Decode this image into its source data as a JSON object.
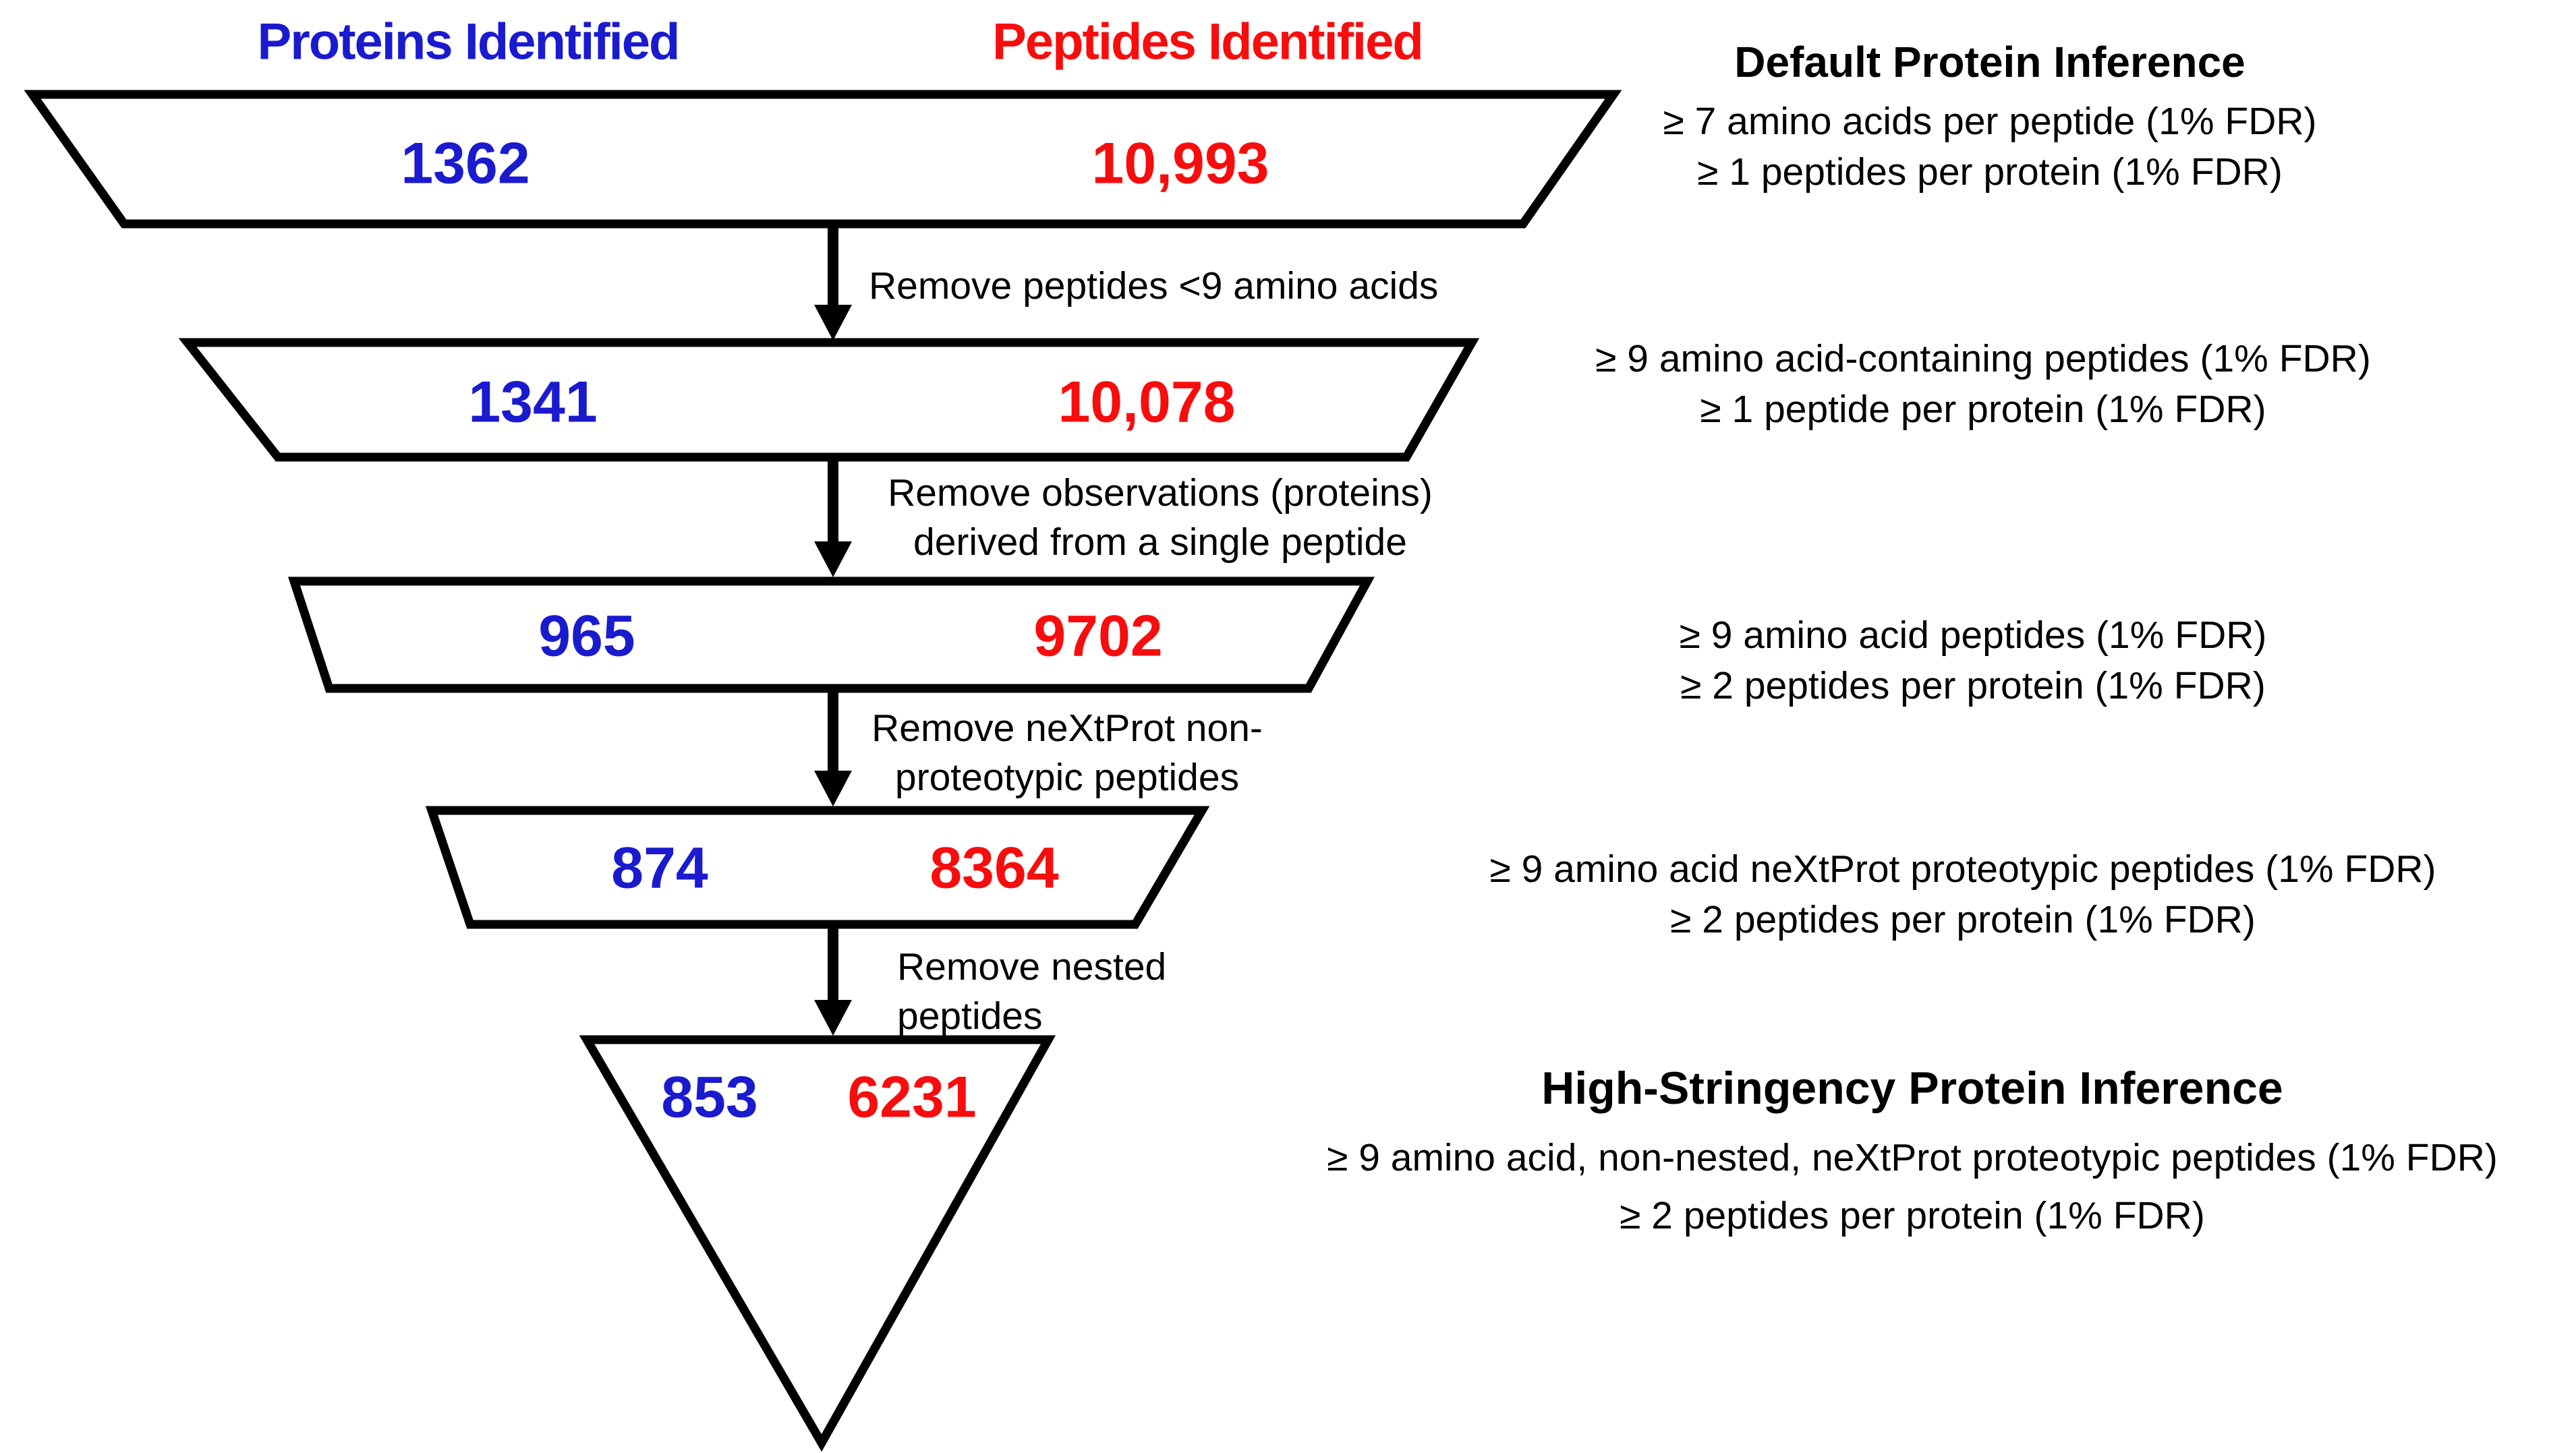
{
  "colors": {
    "protein_blue": "#1a1ace",
    "peptide_red": "#f70d0d",
    "line_black": "#000000",
    "background": "#ffffff"
  },
  "headers": {
    "proteins": "Proteins Identified",
    "peptides": "Peptides Identified"
  },
  "funnel": {
    "steps": [
      {
        "proteins": "1362",
        "peptides": "10,993"
      },
      {
        "proteins": "1341",
        "peptides": "10,078"
      },
      {
        "proteins": "965",
        "peptides": "9702"
      },
      {
        "proteins": "874",
        "peptides": "8364"
      },
      {
        "proteins": "853",
        "peptides": "6231"
      }
    ],
    "transitions": [
      {
        "label_lines": [
          "Remove peptides <9 amino acids"
        ]
      },
      {
        "label_lines": [
          "Remove observations (proteins)",
          "derived from a single peptide"
        ]
      },
      {
        "label_lines": [
          "Remove neXtProt non-",
          "proteotypic peptides"
        ]
      },
      {
        "label_lines": [
          "Remove nested",
          "peptides"
        ]
      }
    ]
  },
  "annotations": [
    {
      "title": "Default Protein Inference",
      "lines": [
        "≥ 7 amino acids per peptide (1% FDR)",
        "≥ 1 peptides per protein (1% FDR)"
      ]
    },
    {
      "lines": [
        "≥ 9 amino acid-containing peptides (1% FDR)",
        "≥ 1 peptide per protein (1% FDR)"
      ]
    },
    {
      "lines": [
        "≥ 9 amino acid peptides (1% FDR)",
        "≥ 2 peptides per protein (1% FDR)"
      ]
    },
    {
      "lines": [
        "≥ 9 amino acid neXtProt proteotypic peptides (1% FDR)",
        "≥ 2 peptides per protein (1% FDR)"
      ]
    },
    {
      "title": "High-Stringency Protein Inference",
      "lines": [
        "≥ 9 amino acid, non-nested, neXtProt proteotypic peptides (1% FDR)",
        "≥ 2 peptides per protein (1% FDR)"
      ]
    }
  ]
}
